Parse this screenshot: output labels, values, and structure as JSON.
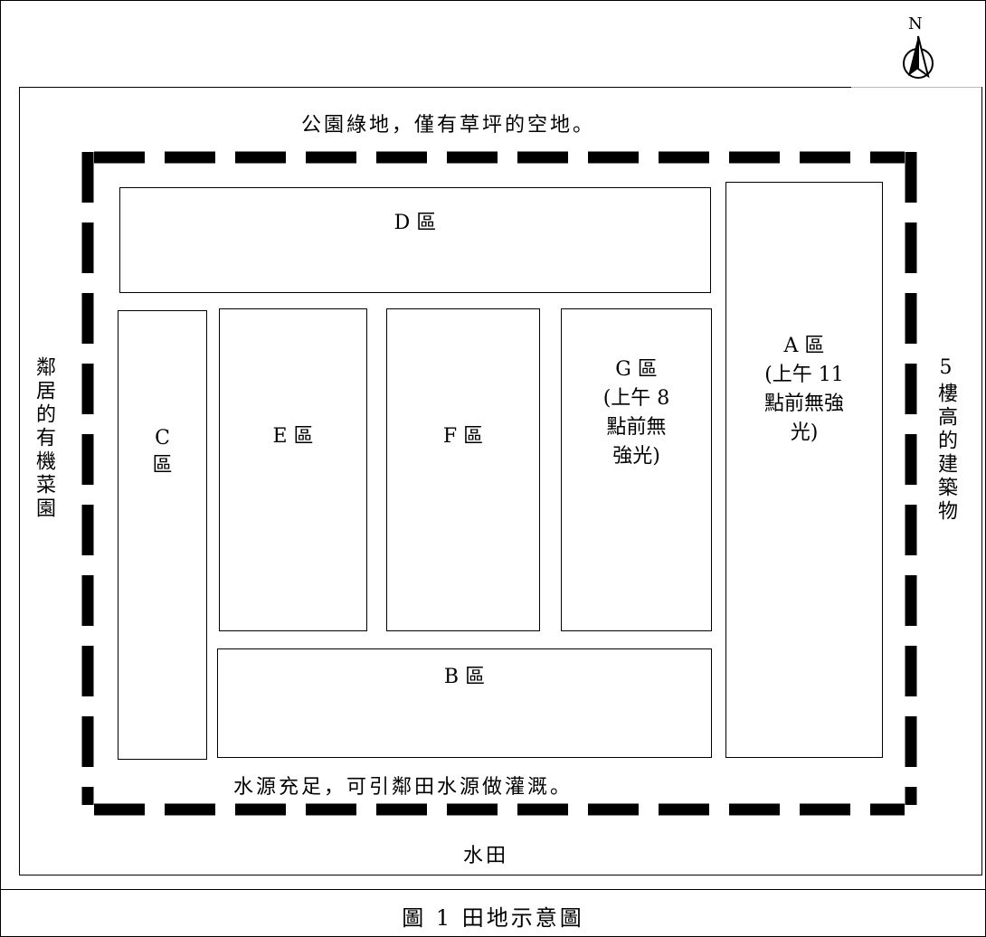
{
  "compass": {
    "north_label": "N",
    "icon": "north-arrow-icon"
  },
  "edges": {
    "north": "公園綠地，僅有草坪的空地。",
    "west": "鄰居的有機菜園",
    "east": "5樓高的建築物",
    "south_inside": "水源充足，可引鄰田水源做灌溉。",
    "south_outside": "水田"
  },
  "zones": {
    "a": {
      "name": "A 區",
      "note": [
        "(上午 11",
        "點前無強",
        "光)"
      ]
    },
    "b": {
      "name": "B 區"
    },
    "c": {
      "name": [
        "C",
        "區"
      ]
    },
    "d": {
      "name": "D 區"
    },
    "e": {
      "name": "E 區"
    },
    "f": {
      "name": "F 區"
    },
    "g": {
      "name": "G 區",
      "note": [
        "(上午 8",
        "點前無",
        "強光)"
      ]
    }
  },
  "caption": "圖 1  田地示意圖"
}
